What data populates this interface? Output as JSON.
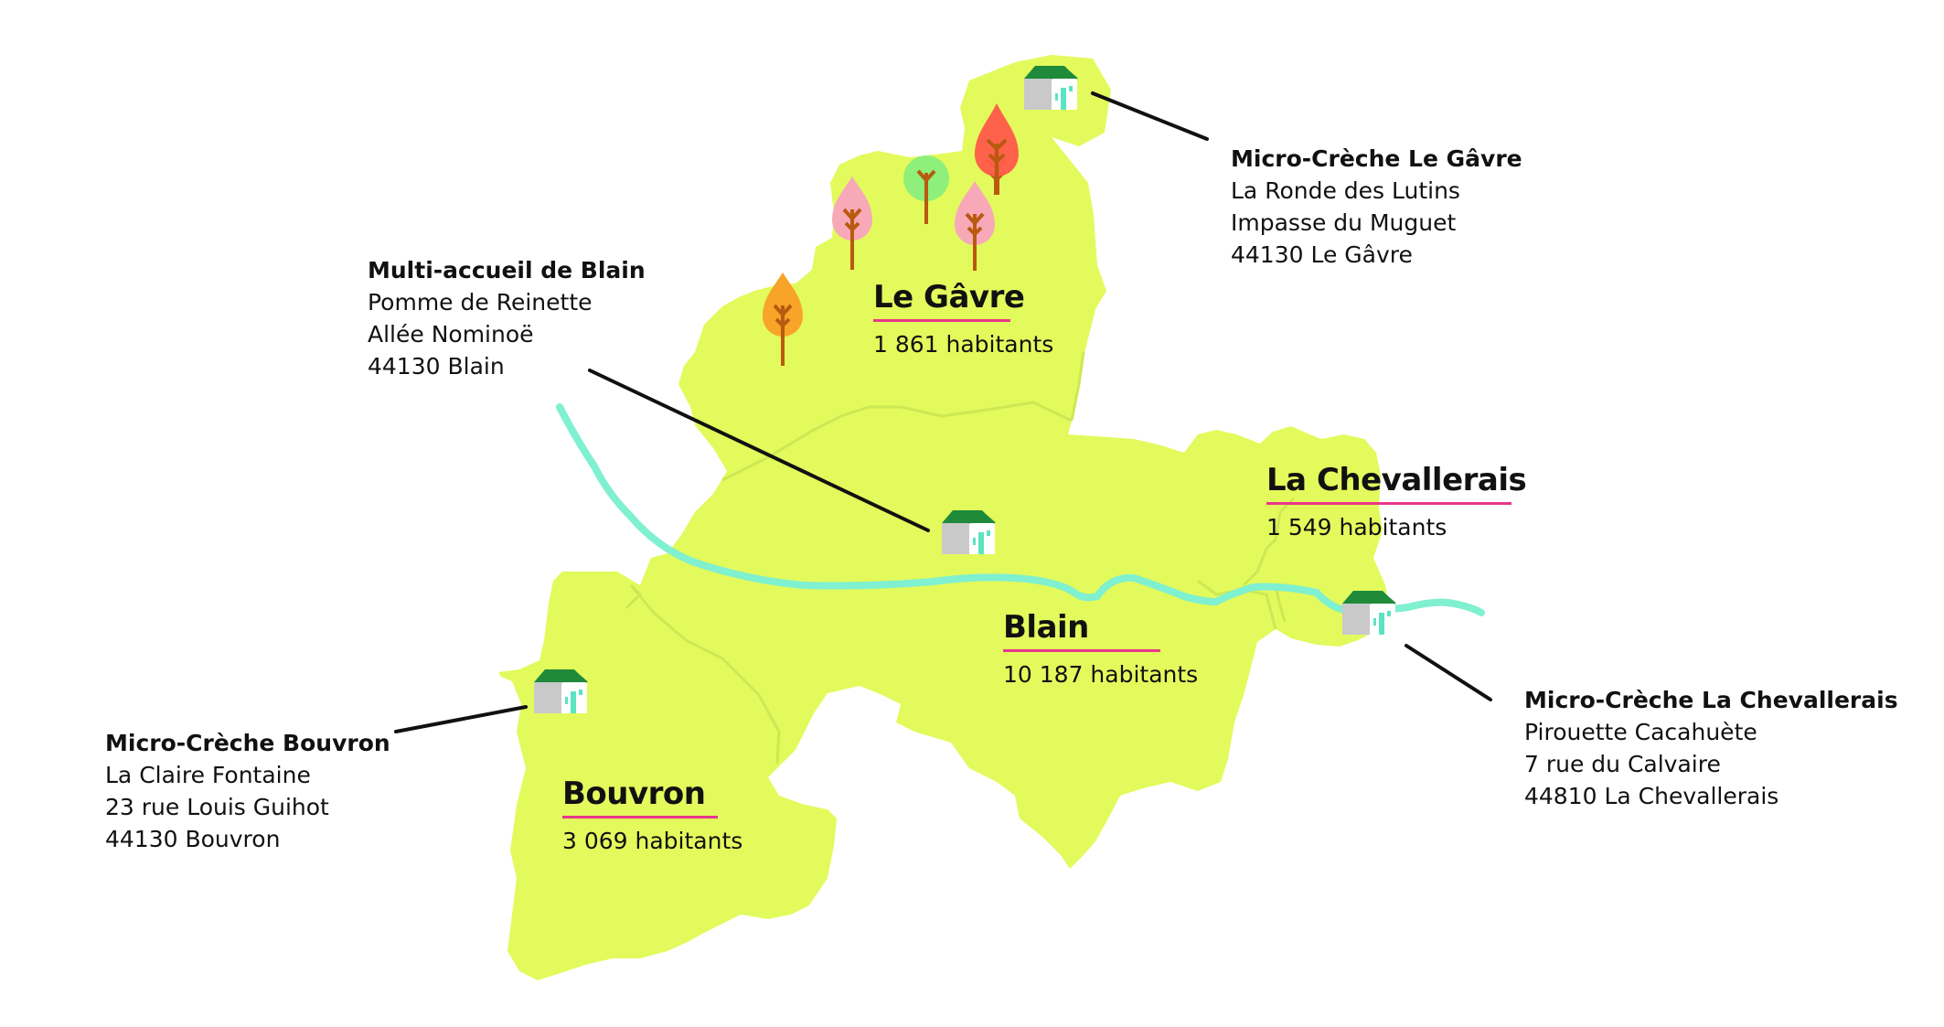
{
  "colors": {
    "territory": "#e3fa5c",
    "border": "#cde855",
    "river": "#7ff0d0",
    "underline": "#e8388a",
    "leader": "#111111",
    "house_roof": "#1f8a3a",
    "house_wall": "#c9c9c9",
    "house_door": "#5be3c2"
  },
  "communes": [
    {
      "id": "le-gavre",
      "name": "Le Gâvre",
      "population": "1 861 habitants"
    },
    {
      "id": "la-chevallerais",
      "name": "La Chevallerais",
      "population": "1 549 habitants"
    },
    {
      "id": "blain",
      "name": "Blain",
      "population": "10 187 habitants"
    },
    {
      "id": "bouvron",
      "name": "Bouvron",
      "population": "3 069 habitants"
    }
  ],
  "facilities": [
    {
      "id": "le-gavre",
      "title": "Micro-Crèche Le Gâvre",
      "lines": [
        "La Ronde des Lutins",
        "Impasse du Muguet",
        "44130 Le Gâvre"
      ]
    },
    {
      "id": "blain",
      "title": "Multi-accueil de Blain",
      "lines": [
        "Pomme de Reinette",
        "Allée Nominoë",
        "44130 Blain"
      ]
    },
    {
      "id": "la-chevallerais",
      "title": "Micro-Crèche La Chevallerais",
      "lines": [
        "Pirouette Cacahuète",
        "7 rue du Calvaire",
        "44810 La Chevallerais"
      ]
    },
    {
      "id": "bouvron",
      "title": "Micro-Crèche Bouvron",
      "lines": [
        "La Claire Fontaine",
        "23 rue Louis Guihot",
        "44130 Bouvron"
      ]
    }
  ],
  "icons": {
    "facility": "house-icon",
    "forest": "tree-icon"
  }
}
